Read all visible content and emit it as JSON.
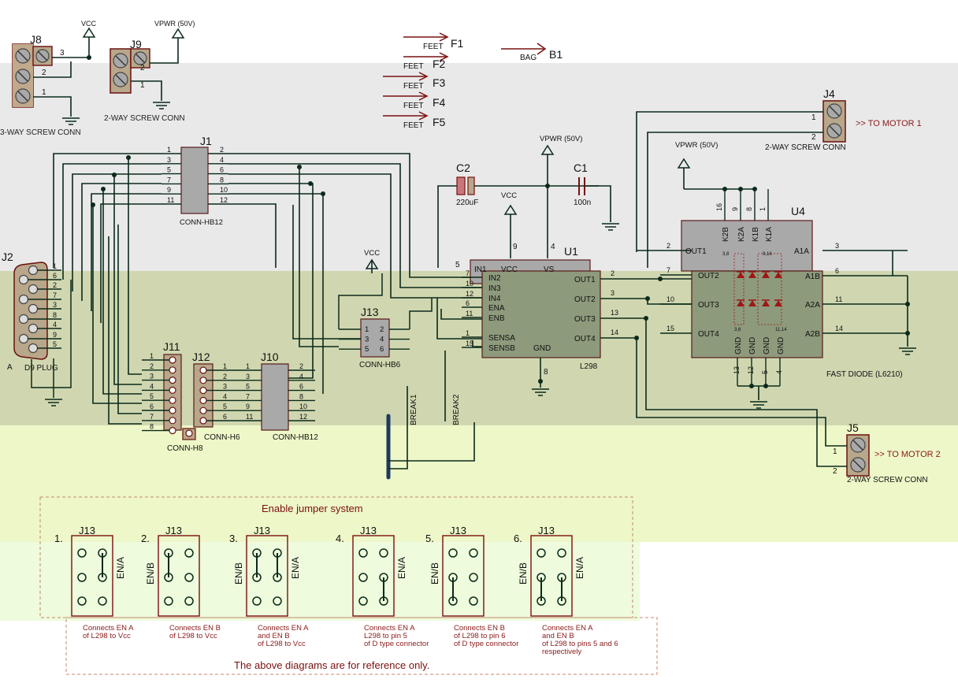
{
  "bands": {
    "top": "#ffffff",
    "gray": "#e9e9e9",
    "olive": "#d0d7b0",
    "yellow": "#eef7c8",
    "lightgreen": "#eefbdc"
  },
  "connectors": {
    "j8": {
      "ref": "J8",
      "caption": "3-WAY SCREW CONN",
      "net": "VCC",
      "pins": [
        "3",
        "2",
        "1"
      ]
    },
    "j9": {
      "ref": "J9",
      "caption": "2-WAY SCREW CONN",
      "net": "VPWR (50V)",
      "pins": [
        "2",
        "1"
      ]
    },
    "j4": {
      "ref": "J4",
      "caption": "2-WAY SCREW CONN",
      "note": ">> TO MOTOR 1",
      "pins": [
        "1",
        "2"
      ]
    },
    "j5": {
      "ref": "J5",
      "caption": "2-WAY SCREW CONN",
      "note": ">> TO MOTOR 2",
      "pins": [
        "1",
        "2"
      ]
    },
    "j1": {
      "ref": "J1",
      "caption": "CONN-HB12",
      "left_pins": [
        "1",
        "3",
        "5",
        "7",
        "9",
        "11"
      ],
      "right_pins": [
        "2",
        "4",
        "6",
        "8",
        "10",
        "12"
      ]
    },
    "j2": {
      "ref": "J2",
      "caption": "D9 PLUG",
      "corner": "A",
      "pins": [
        "1",
        "6",
        "2",
        "7",
        "3",
        "8",
        "4",
        "9",
        "5"
      ]
    },
    "j11": {
      "ref": "J11",
      "caption": "CONN-H8",
      "pins": [
        "1",
        "2",
        "3",
        "4",
        "5",
        "6",
        "7",
        "8"
      ]
    },
    "j12": {
      "ref": "J12",
      "caption": "CONN-H6",
      "pins": [
        "1",
        "2",
        "3",
        "4",
        "5",
        "6"
      ]
    },
    "j10": {
      "ref": "J10",
      "caption": "CONN-HB12",
      "left_pins": [
        "1",
        "3",
        "5",
        "7",
        "9",
        "11"
      ],
      "right_pins": [
        "2",
        "4",
        "6",
        "8",
        "10",
        "12"
      ]
    },
    "j13": {
      "ref": "J13",
      "caption": "CONN-HB6",
      "left_pins": [
        "1",
        "3",
        "5"
      ],
      "right_pins": [
        "2",
        "4",
        "6"
      ]
    }
  },
  "feet": {
    "label": "FEET",
    "outputs": [
      "F1",
      "F2",
      "F3",
      "F4",
      "F5"
    ],
    "bag_label": "BAG",
    "bag_output": "B1"
  },
  "caps": {
    "c2": {
      "ref": "C2",
      "value": "220uF"
    },
    "c1": {
      "ref": "C1",
      "value": "100n"
    }
  },
  "nets": {
    "vpwr": "VPWR (50V)",
    "vcc": "VCC"
  },
  "u1": {
    "ref": "U1",
    "part": "L298",
    "top_pins": [
      "IN1",
      "VCC",
      "VS"
    ],
    "top_nums": [
      "5",
      "9",
      "4"
    ],
    "left_pins": [
      "IN2",
      "IN3",
      "IN4",
      "ENA",
      "ENB",
      "SENSA",
      "SENSB"
    ],
    "left_nums": [
      "7",
      "10",
      "12",
      "6",
      "11",
      "1",
      "15"
    ],
    "right_pins": [
      "OUT1",
      "OUT2",
      "OUT3",
      "OUT4"
    ],
    "right_nums": [
      "2",
      "3",
      "13",
      "14"
    ],
    "gnd": "GND",
    "gnd_num": "8"
  },
  "u4": {
    "ref": "U4",
    "part": "FAST DIODE (L6210)",
    "top_pins": [
      "K2B",
      "K2A",
      "K1B",
      "K1A"
    ],
    "top_nums": [
      "16",
      "9",
      "8",
      "1"
    ],
    "left_pins": [
      "OUT1",
      "OUT2",
      "OUT3",
      "OUT4"
    ],
    "left_nums": [
      "2",
      "7",
      "10",
      "15"
    ],
    "right_pins": [
      "A1A",
      "A1B",
      "A2A",
      "A2B"
    ],
    "right_nums": [
      "3",
      "6",
      "11",
      "14"
    ],
    "gnd_pins": [
      "GND",
      "GND",
      "GND",
      "GND"
    ],
    "gnd_nums": [
      "13",
      "12",
      "5",
      "4"
    ],
    "diode_nums": [
      "3,8",
      "9,16",
      "3,6",
      "11,14"
    ]
  },
  "breaks": [
    "BREAK1",
    "BREAK2"
  ],
  "jumper": {
    "title": "Enable jumper system",
    "ref": "J13",
    "items": [
      {
        "num": "1.",
        "left": "",
        "right": "EN/A",
        "caption": "Connects EN A\nof L298 to Vcc"
      },
      {
        "num": "2.",
        "left": "EN/B",
        "right": "",
        "caption": "Connects EN B\nof L298 to Vcc"
      },
      {
        "num": "3.",
        "left": "EN/B",
        "right": "EN/A",
        "caption": "Connects EN A\nand EN B\nof L298 to Vcc"
      },
      {
        "num": "4.",
        "left": "",
        "right": "EN/A",
        "caption": "Connects EN A\nL298 to pin 5\nof D type connector"
      },
      {
        "num": "5.",
        "left": "EN/B",
        "right": "",
        "caption": "Connects EN B\nof L298 to pin 6\nof D type connector"
      },
      {
        "num": "6.",
        "left": "EN/B",
        "right": "EN/A",
        "caption": "Connects EN A\nand EN B\nof L298 to pins 5 and 6\nrespectively"
      }
    ],
    "footer": "The above diagrams are for reference only."
  }
}
